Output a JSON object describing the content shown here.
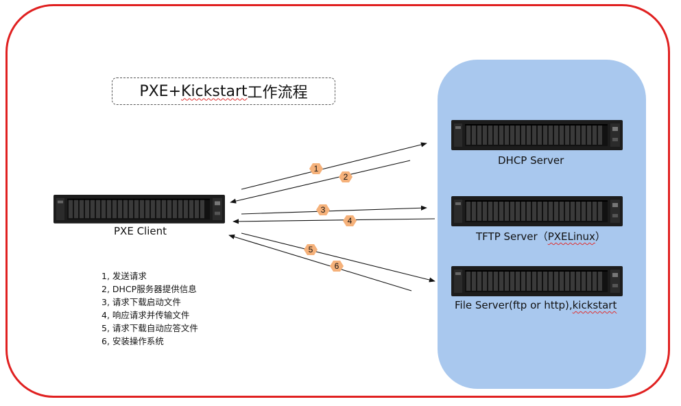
{
  "title": {
    "prefix": "PXE+",
    "kickstart": "Kickstart",
    "suffix": " 工作流程"
  },
  "servers": {
    "client": "PXE Client",
    "dhcp": "DHCP Server",
    "tftp_name": "TFTP Server（",
    "tftp_pxe": "PXELinux",
    "tftp_close": "）",
    "file_name": "File Server(ftp or http),",
    "file_kick": "kickstart"
  },
  "arrow_badges": [
    "1",
    "2",
    "3",
    "4",
    "5",
    "6"
  ],
  "steps": [
    "1, 发送请求",
    "2, DHCP服务器提供信息",
    "3, 请求下载启动文件",
    "4, 响应请求并传输文件",
    "5, 请求下载自动应答文件",
    "6, 安装操作系统"
  ],
  "colors": {
    "frame": "#e02020",
    "panel": "#a9c8ee",
    "badge": "#f5b17a",
    "server_body": "#1c1c1c"
  },
  "icons": [
    "rack-server-icon",
    "arrow-right-icon",
    "arrow-left-icon",
    "hexagon-badge-icon"
  ]
}
